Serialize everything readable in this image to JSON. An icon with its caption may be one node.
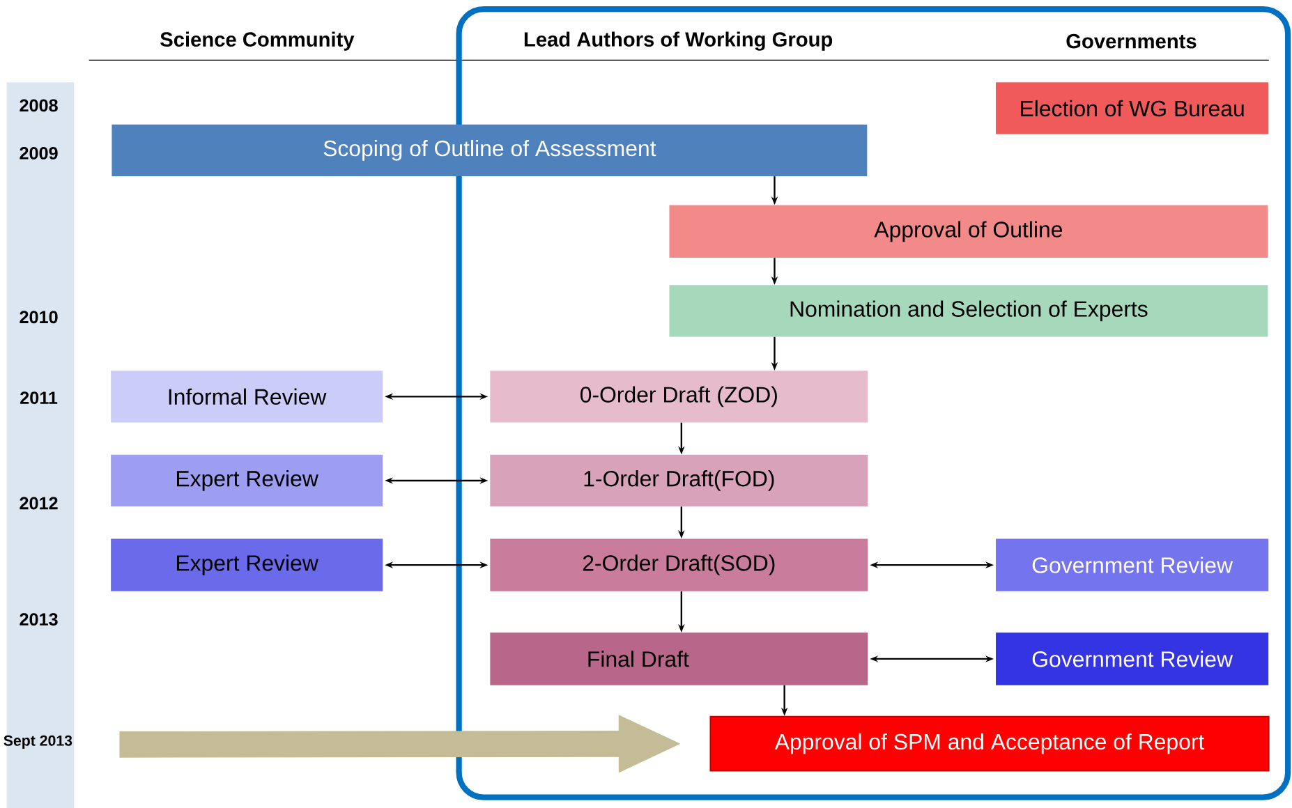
{
  "diagram": {
    "nodes": [
      {
        "text": [
          "Election of WG Bureau"
        ]
      },
      {
        "text": [
          "Scoping of Outline of Assessment"
        ]
      },
      {
        "text": [
          "Approval of Outline"
        ]
      },
      {
        "text": [
          "Nomination and Selection of Experts"
        ]
      },
      {
        "text": [
          "Informal Review"
        ]
      },
      {
        "text": [
          "0-Order Draft (ZOD)"
        ]
      },
      {
        "text": [
          "Expert Review"
        ]
      },
      {
        "text": [
          "1-Order Draft(FOD)"
        ]
      },
      {
        "text": [
          "Expert Review"
        ]
      },
      {
        "text": [
          "2-Order Draft(SOD)"
        ]
      },
      {
        "text": [
          "Government Review"
        ]
      },
      {
        "text": [
          "Final Draft"
        ]
      },
      {
        "text": [
          "Government Review"
        ]
      },
      {
        "text": [
          "Approval of SPM and Acceptance of Report"
        ]
      }
    ],
    "edges": [
      {
        "from": 1,
        "to": 2,
        "arrow": "to"
      },
      {
        "from": 2,
        "to": 3,
        "arrow": "to"
      },
      {
        "from": 3,
        "to": 5,
        "arrow": "to"
      },
      {
        "from": 5,
        "to": 7,
        "arrow": "to"
      },
      {
        "from": 7,
        "to": 9,
        "arrow": "to"
      },
      {
        "from": 9,
        "to": 11,
        "arrow": "to"
      },
      {
        "from": 11,
        "to": 13,
        "arrow": "to"
      },
      {
        "from": 4,
        "to": 5,
        "arrow": "both"
      },
      {
        "from": 6,
        "to": 7,
        "arrow": "both"
      },
      {
        "from": 8,
        "to": 9,
        "arrow": "both"
      },
      {
        "from": 9,
        "to": 10,
        "arrow": "both"
      },
      {
        "from": 11,
        "to": 12,
        "arrow": "both"
      },
      {
        "from": null,
        "to": 13,
        "arrow": "to",
        "style": "thick",
        "color": "#c4bc96"
      }
    ],
    "labels": [
      "Science Community",
      "Lead Authors of Working Group",
      "Governments",
      "2008",
      "2009",
      "2010",
      "2011",
      "2012",
      "2013",
      "Sept 2013"
    ]
  }
}
